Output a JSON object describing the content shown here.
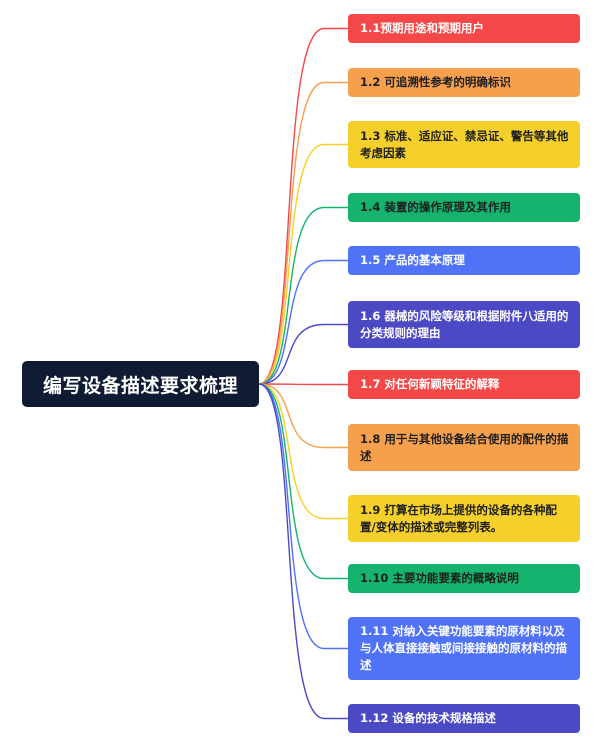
{
  "root": {
    "label": "编写设备描述要求梳理"
  },
  "branches": [
    {
      "label": "1.1预期用途和预期用户",
      "color": "#f44747",
      "text_color": "#ffffff"
    },
    {
      "label": "1.2 可追溯性参考的明确标识",
      "color": "#f6a04d",
      "text_color": "#1f1f1f"
    },
    {
      "label": "1.3 标准、适应证、禁忌证、警告等其他考虑因素",
      "color": "#f5d02a",
      "text_color": "#1f1f1f"
    },
    {
      "label": "1.4 装置的操作原理及其作用",
      "color": "#15b46e",
      "text_color": "#1f1f1f"
    },
    {
      "label": "1.5 产品的基本原理",
      "color": "#4f72f7",
      "text_color": "#ffffff"
    },
    {
      "label": "1.6 器械的风险等级和根据附件八适用的分类规则的理由",
      "color": "#4b4ac4",
      "text_color": "#ffffff"
    },
    {
      "label": "1.7 对任何新颖特征的解释",
      "color": "#f44747",
      "text_color": "#ffffff"
    },
    {
      "label": "1.8 用于与其他设备结合使用的配件的描述",
      "color": "#f6a04d",
      "text_color": "#1f1f1f"
    },
    {
      "label": "1.9 打算在市场上提供的设备的各种配置/变体的描述或完整列表。",
      "color": "#f5d02a",
      "text_color": "#1f1f1f"
    },
    {
      "label": "1.10 主要功能要素的概略说明",
      "color": "#15b46e",
      "text_color": "#1f1f1f"
    },
    {
      "label": "1.11 对纳入关键功能要素的原材料以及与人体直接接触或间接接触的原材料的描述",
      "color": "#4f72f7",
      "text_color": "#ffffff"
    },
    {
      "label": "1.12 设备的技术规格描述",
      "color": "#4b4ac4",
      "text_color": "#ffffff"
    }
  ]
}
